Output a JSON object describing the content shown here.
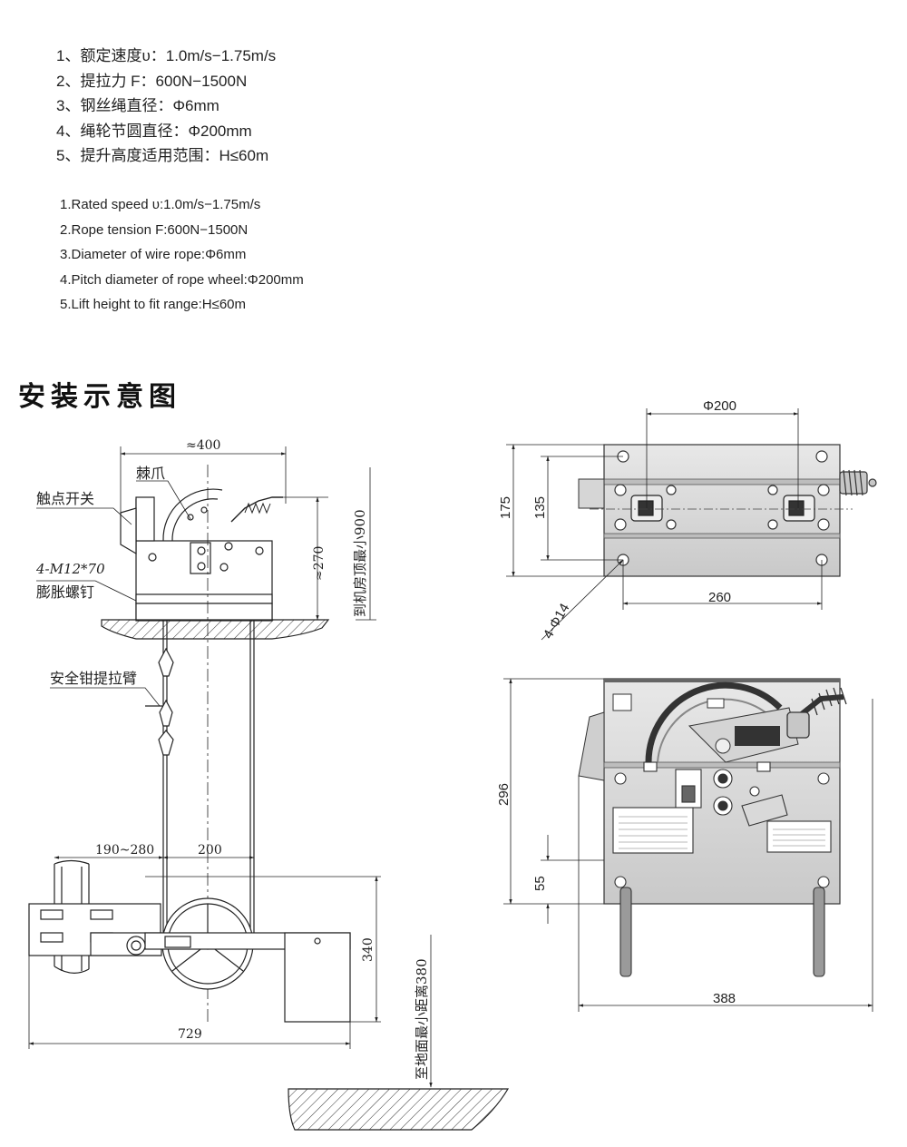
{
  "specs_cn": [
    "1、额定速度υ：1.0m/s−1.75m/s",
    "2、提拉力 F：600N−1500N",
    "3、钢丝绳直径：Φ6mm",
    "4、绳轮节圆直径：Φ200mm",
    "5、提升高度适用范围：H≤60m"
  ],
  "specs_en": [
    "1.Rated speed  υ:1.0m/s−1.75m/s",
    "2.Rope tension F:600N−1500N",
    "3.Diameter of wire rope:Φ6mm",
    "4.Pitch diameter of rope wheel:Φ200mm",
    "5.Lift height to fit range:H≤60m"
  ],
  "heading": "安装示意图",
  "install": {
    "dim_top": "≈400",
    "label_ratchet": "棘爪",
    "label_contact_switch": "触点开关",
    "label_bolt_spec": "4-M12*70",
    "label_bolt": "膨胀螺钉",
    "dim_height": "≈270",
    "label_machine_room": "到机房顶最小900",
    "label_safety_arm": "安全钳提拉臂",
    "dim_190_280": "190~280",
    "dim_200": "200",
    "dim_340": "340",
    "dim_729": "729",
    "label_ground": "至地面最小距离380"
  },
  "top_view": {
    "dim_phi200": "Φ200",
    "dim_175": "175",
    "dim_135": "135",
    "dim_260": "260",
    "dim_holes": "4-Φ14"
  },
  "front_view": {
    "dim_296": "296",
    "dim_55": "55",
    "dim_388": "388"
  }
}
